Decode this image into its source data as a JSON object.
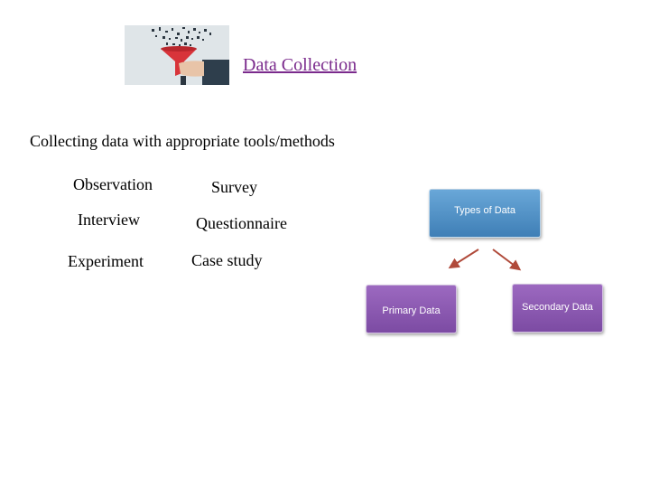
{
  "header": {
    "title": "Data Collection",
    "title_color": "#7a2a8c"
  },
  "image": {
    "description_icon": "funnel-icon"
  },
  "subtitle": "Collecting data with appropriate tools/methods",
  "methods": {
    "col1": [
      "Observation",
      "Interview",
      "Experiment"
    ],
    "col2": [
      "Survey",
      "Questionnaire",
      "Case study"
    ]
  },
  "diagram": {
    "root": "Types of Data",
    "left_child": "Primary Data",
    "right_child": "Secondary Data",
    "root_color": "#4a8cc4",
    "child_color": "#8a58b0",
    "arrow_color": "#b04a3a"
  }
}
